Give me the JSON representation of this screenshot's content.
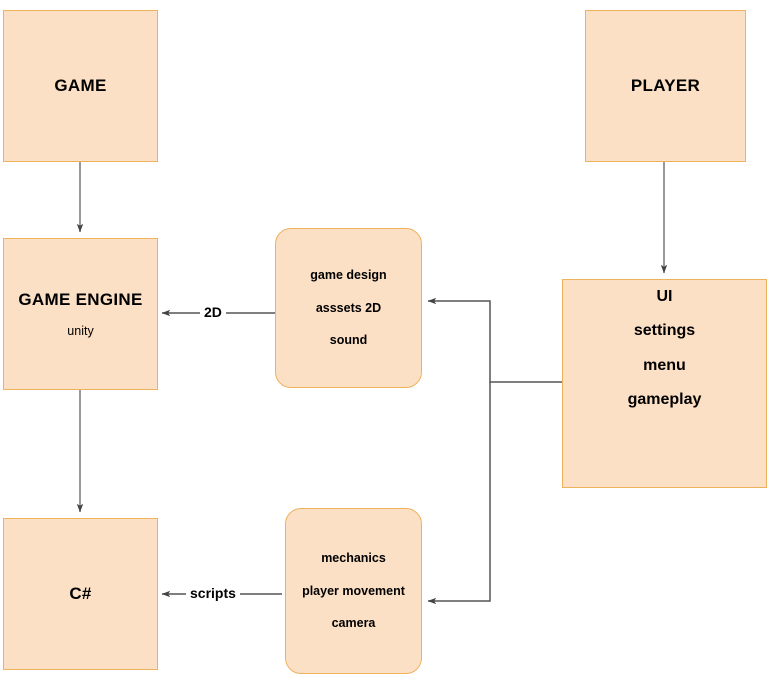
{
  "diagram": {
    "type": "flowchart",
    "background_color": "#ffffff",
    "node_fill_color": "#fce0c6",
    "node_border_color": "#eeb25c",
    "edge_color": "#666666",
    "text_color": "#000000",
    "nodes": [
      {
        "id": "game",
        "shape": "rectangle",
        "lines": [
          "GAME"
        ]
      },
      {
        "id": "player",
        "shape": "rectangle",
        "lines": [
          "PLAYER"
        ]
      },
      {
        "id": "game_engine",
        "shape": "rectangle",
        "lines": [
          "GAME ENGINE",
          "unity"
        ]
      },
      {
        "id": "assets",
        "shape": "rounded-rectangle",
        "lines": [
          "game design",
          "asssets 2D",
          "sound"
        ]
      },
      {
        "id": "ui",
        "shape": "rectangle",
        "lines": [
          "UI",
          "settings",
          "menu",
          "gameplay"
        ]
      },
      {
        "id": "csharp",
        "shape": "rectangle",
        "lines": [
          "C#"
        ]
      },
      {
        "id": "gameplay_features",
        "shape": "rounded-rectangle",
        "lines": [
          "mechanics",
          "player movement",
          "camera"
        ]
      }
    ],
    "edges": [
      {
        "id": "game-to-engine",
        "from": "game",
        "to": "game_engine",
        "label": ""
      },
      {
        "id": "player-to-ui",
        "from": "player",
        "to": "ui",
        "label": ""
      },
      {
        "id": "engine-to-csharp",
        "from": "game_engine",
        "to": "csharp",
        "label": ""
      },
      {
        "id": "assets-to-engine",
        "from": "assets",
        "to": "game_engine",
        "label": "2D"
      },
      {
        "id": "features-to-csharp",
        "from": "gameplay_features",
        "to": "csharp",
        "label": "scripts"
      },
      {
        "id": "ui-to-assets",
        "from": "ui",
        "to": "assets",
        "label": ""
      },
      {
        "id": "ui-to-features",
        "from": "ui",
        "to": "gameplay_features",
        "label": ""
      }
    ]
  },
  "nodes": {
    "game": {
      "title": "GAME"
    },
    "player": {
      "title": "PLAYER"
    },
    "game_engine": {
      "title": "GAME ENGINE",
      "subtitle": "unity"
    },
    "assets": {
      "line1": "game design",
      "line2": "asssets 2D",
      "line3": "sound"
    },
    "ui": {
      "line1": "UI",
      "line2": "settings",
      "line3": "menu",
      "line4": "gameplay"
    },
    "csharp": {
      "title": "C#"
    },
    "gameplay_features": {
      "line1": "mechanics",
      "line2": "player movement",
      "line3": "camera"
    }
  },
  "labels": {
    "two_d": "2D",
    "scripts": "scripts"
  }
}
